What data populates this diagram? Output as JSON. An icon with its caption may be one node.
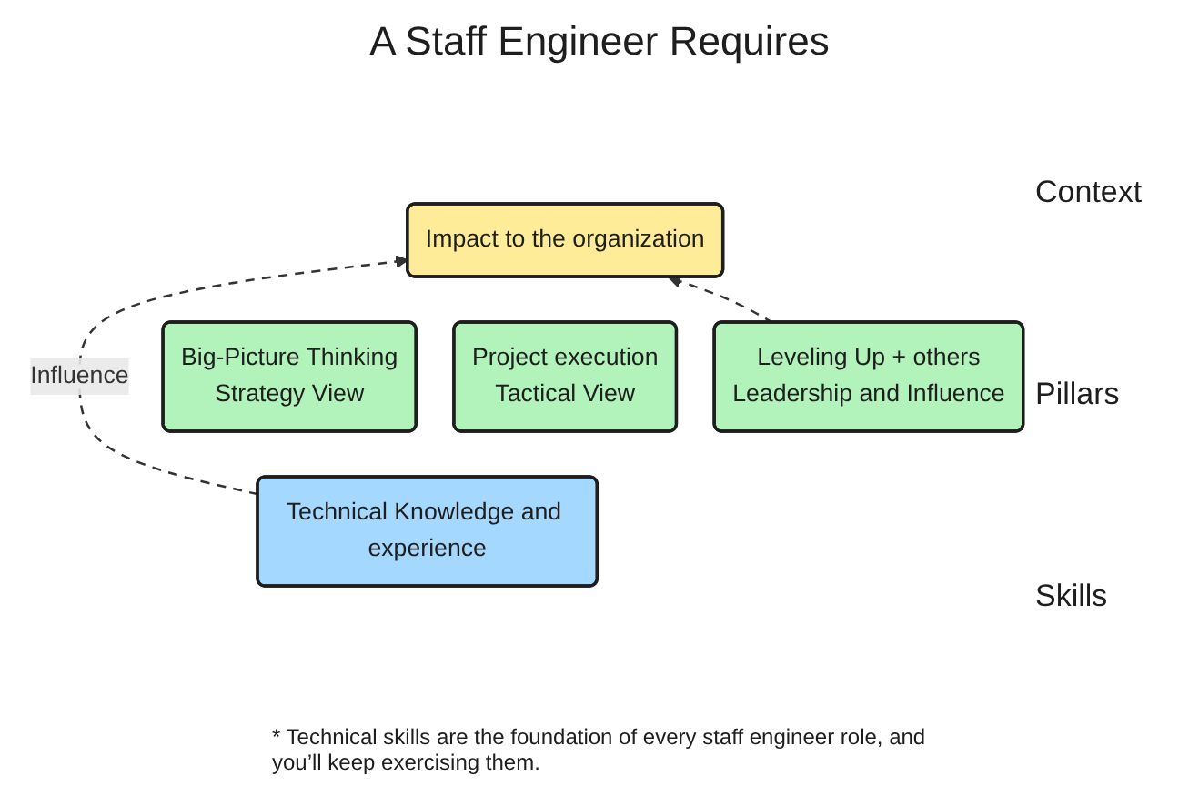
{
  "diagram": {
    "title": "A Staff Engineer Requires",
    "nodes": [
      {
        "text": [
          "Impact to the organization"
        ]
      },
      {
        "text": [
          "Big-Picture Thinking",
          "Strategy View"
        ]
      },
      {
        "text": [
          "Project execution",
          "Tactical View"
        ]
      },
      {
        "text": [
          "Leveling Up + others",
          "Leadership and Influence"
        ]
      },
      {
        "text": [
          "Technical Knowledge and experience"
        ]
      }
    ],
    "edges": [
      {
        "from": 4,
        "to": 0,
        "arrow": "to",
        "style": "dashed",
        "label": "Influence"
      },
      {
        "from": 3,
        "to": 0,
        "arrow": "to",
        "style": "dashed"
      }
    ],
    "labels": [
      "Context",
      "Pillars",
      "Skills",
      "* Technical skills are the foundation of every staff engineer role, and you’ll keep exercising them."
    ]
  }
}
